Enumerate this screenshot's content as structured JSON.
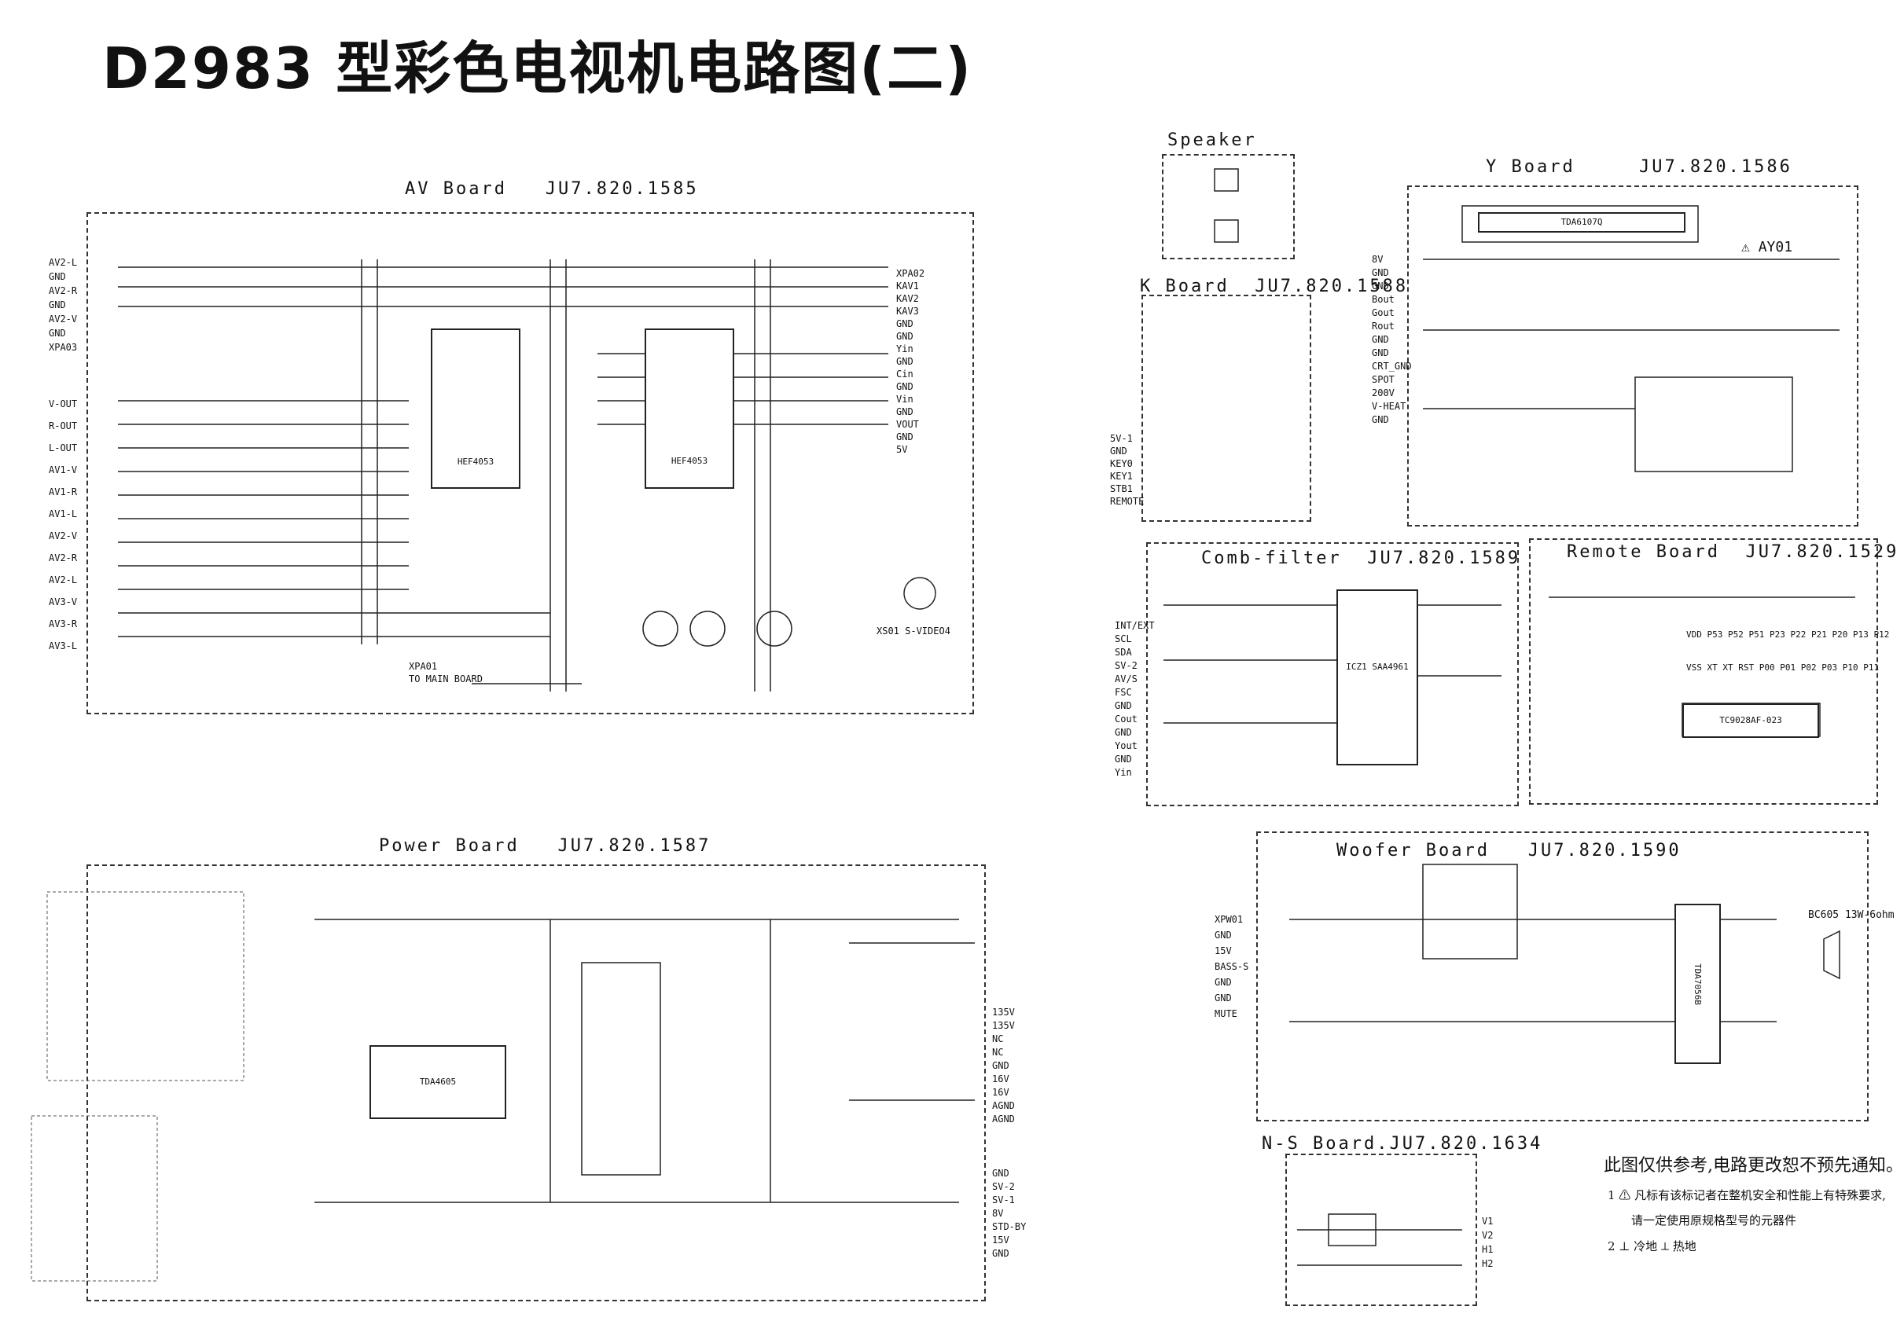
{
  "title": "D2983 型彩色电视机电路图(二)",
  "boards": {
    "av": {
      "label": "AV Board",
      "code": "JU7.820.1585"
    },
    "speaker": {
      "label": "Speaker"
    },
    "k": {
      "label": "K Board",
      "code": "JU7.820.1588"
    },
    "y": {
      "label": "Y Board",
      "code": "JU7.820.1586"
    },
    "comb": {
      "label": "Comb-filter",
      "code": "JU7.820.1589"
    },
    "remote": {
      "label": "Remote Board",
      "code": "JU7.820.1529"
    },
    "power": {
      "label": "Power Board",
      "code": "JU7.820.1587"
    },
    "woofer": {
      "label": "Woofer Board",
      "code": "JU7.820.1590"
    },
    "ns": {
      "label": "N-S Board",
      "code": "JU7.820.1634"
    }
  },
  "av_connectors": {
    "left": [
      "AV2-L",
      "GND",
      "AV2-R",
      "GND",
      "AV2-V",
      "GND"
    ],
    "left_bottom": [
      "V-OUT",
      "R-OUT",
      "L-OUT",
      "AV1-V",
      "AV1-R",
      "AV1-L",
      "AV2-V",
      "AV2-R",
      "AV2-L",
      "AV3-V",
      "AV3-R",
      "AV3-L"
    ],
    "right": [
      "KAV1",
      "KAV2",
      "KAV3",
      "GND",
      "GND",
      "Yin",
      "GND",
      "Cin",
      "GND",
      "Vin",
      "GND",
      "VOUT",
      "GND",
      "5V"
    ],
    "xpa03": "XPA03",
    "xpa02": "XPA02",
    "xpa01": "XPA01",
    "ic1": "HEF4053",
    "ic2": "HEF4053",
    "to_main": "TO MAIN BOARD",
    "s_video": "XS01 S-VIDEO4"
  },
  "k_board": {
    "keys": [
      "5V-1",
      "GND",
      "KEY0",
      "KEY1",
      "STB1",
      "REMOTE"
    ]
  },
  "y_board": {
    "pins": [
      "8V",
      "GND",
      "GND",
      "Bout",
      "Gout",
      "Rout",
      "GND",
      "GND",
      "CRT_GND",
      "SPOT",
      "200V",
      "V-HEAT",
      "GND"
    ],
    "ic": "TDA6107Q",
    "warn": "AY01"
  },
  "comb_board": {
    "pins": [
      "INT/EXT",
      "SCL",
      "SDA",
      "SV-2",
      "AV/S",
      "FSC",
      "GND",
      "Cout",
      "GND",
      "Yout",
      "GND",
      "Yin"
    ],
    "ic": "ICZ1 SAA4961"
  },
  "remote_board": {
    "ic": "TC9028AF-023",
    "pins_top": [
      "VDD",
      "P53",
      "P52",
      "P51",
      "P23",
      "P22",
      "P21",
      "P20",
      "P13",
      "P12"
    ],
    "pins_bottom": [
      "VSS",
      "XT",
      "XT",
      "RST",
      "P00",
      "P01",
      "P02",
      "P03",
      "P10",
      "P11"
    ]
  },
  "power_board": {
    "pins_right": [
      "135V",
      "135V",
      "NC",
      "NC",
      "GND",
      "16V",
      "16V",
      "AGND",
      "AGND"
    ],
    "pins_right2": [
      "GND",
      "SV-2",
      "SV-1",
      "8V",
      "STD-BY",
      "15V",
      "GND"
    ],
    "ic": "TDA4605"
  },
  "woofer_board": {
    "pins": [
      "XPW01",
      "GND",
      "15V",
      "BASS-S",
      "GND",
      "GND",
      "MUTE"
    ],
    "ic": "TDA7056B",
    "spk": "BC605 13W-6ohm"
  },
  "ns_board": {
    "pins": [
      "V1",
      "V2",
      "H1",
      "H2"
    ]
  },
  "note": {
    "line1": "此图仅供参考,电路更改恕不预先通知。",
    "line2": "1 ⚠ 凡标有该标记者在整机安全和性能上有特殊要求,",
    "line3": "请一定使用原规格型号的元器件",
    "line4": "2 ⊥ 冷地   ⟂ 热地"
  }
}
